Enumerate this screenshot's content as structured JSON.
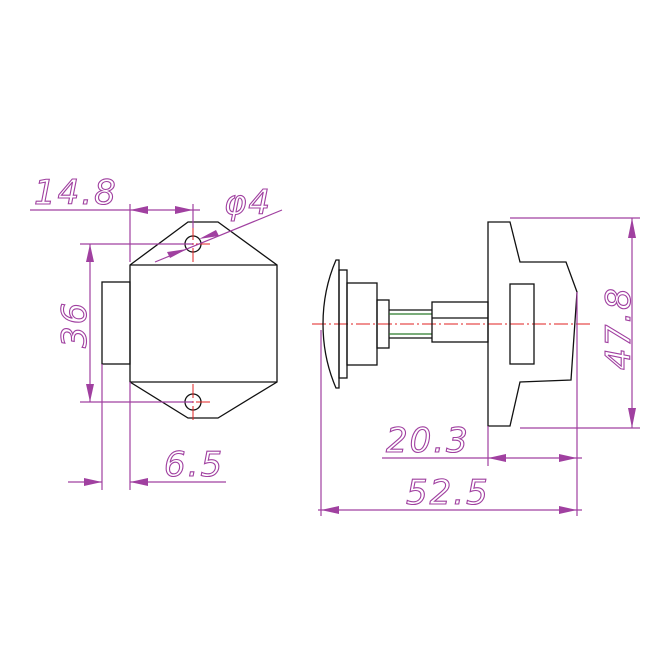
{
  "drawing": {
    "dimensions": {
      "hole_offset": "14.8",
      "hole_diameter": "φ4",
      "body_height": "36",
      "flange_depth": "6.5",
      "knob_offset": "20.3",
      "overall_length": "52.5",
      "knob_height": "47.8"
    },
    "colors": {
      "dimension": "#a040a0",
      "outline": "#111111",
      "centerline": "#e02020",
      "spring": "#2a7a2a"
    }
  }
}
